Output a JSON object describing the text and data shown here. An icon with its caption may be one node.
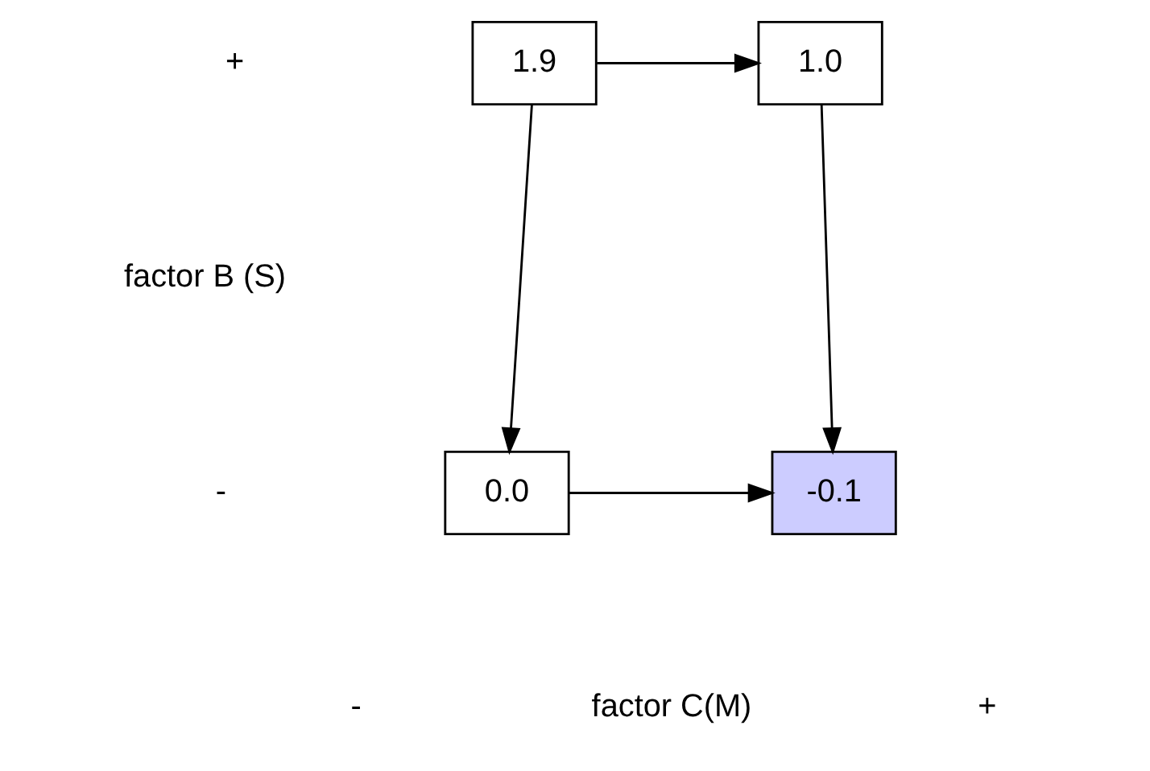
{
  "diagram": {
    "nodes": [
      {
        "text": [
          "1.9"
        ]
      },
      {
        "text": [
          "1.0"
        ]
      },
      {
        "text": [
          "0.0"
        ]
      },
      {
        "text": [
          "-0.1"
        ]
      }
    ],
    "edges": [
      {
        "from": 0,
        "to": 1,
        "arrow": "to"
      },
      {
        "from": 0,
        "to": 2,
        "arrow": "to"
      },
      {
        "from": 1,
        "to": 3,
        "arrow": "to"
      },
      {
        "from": 2,
        "to": 3,
        "arrow": "to"
      }
    ],
    "labels": [
      "+",
      "factor B (S)",
      "-",
      "-",
      "factor C(M)",
      "+"
    ]
  }
}
